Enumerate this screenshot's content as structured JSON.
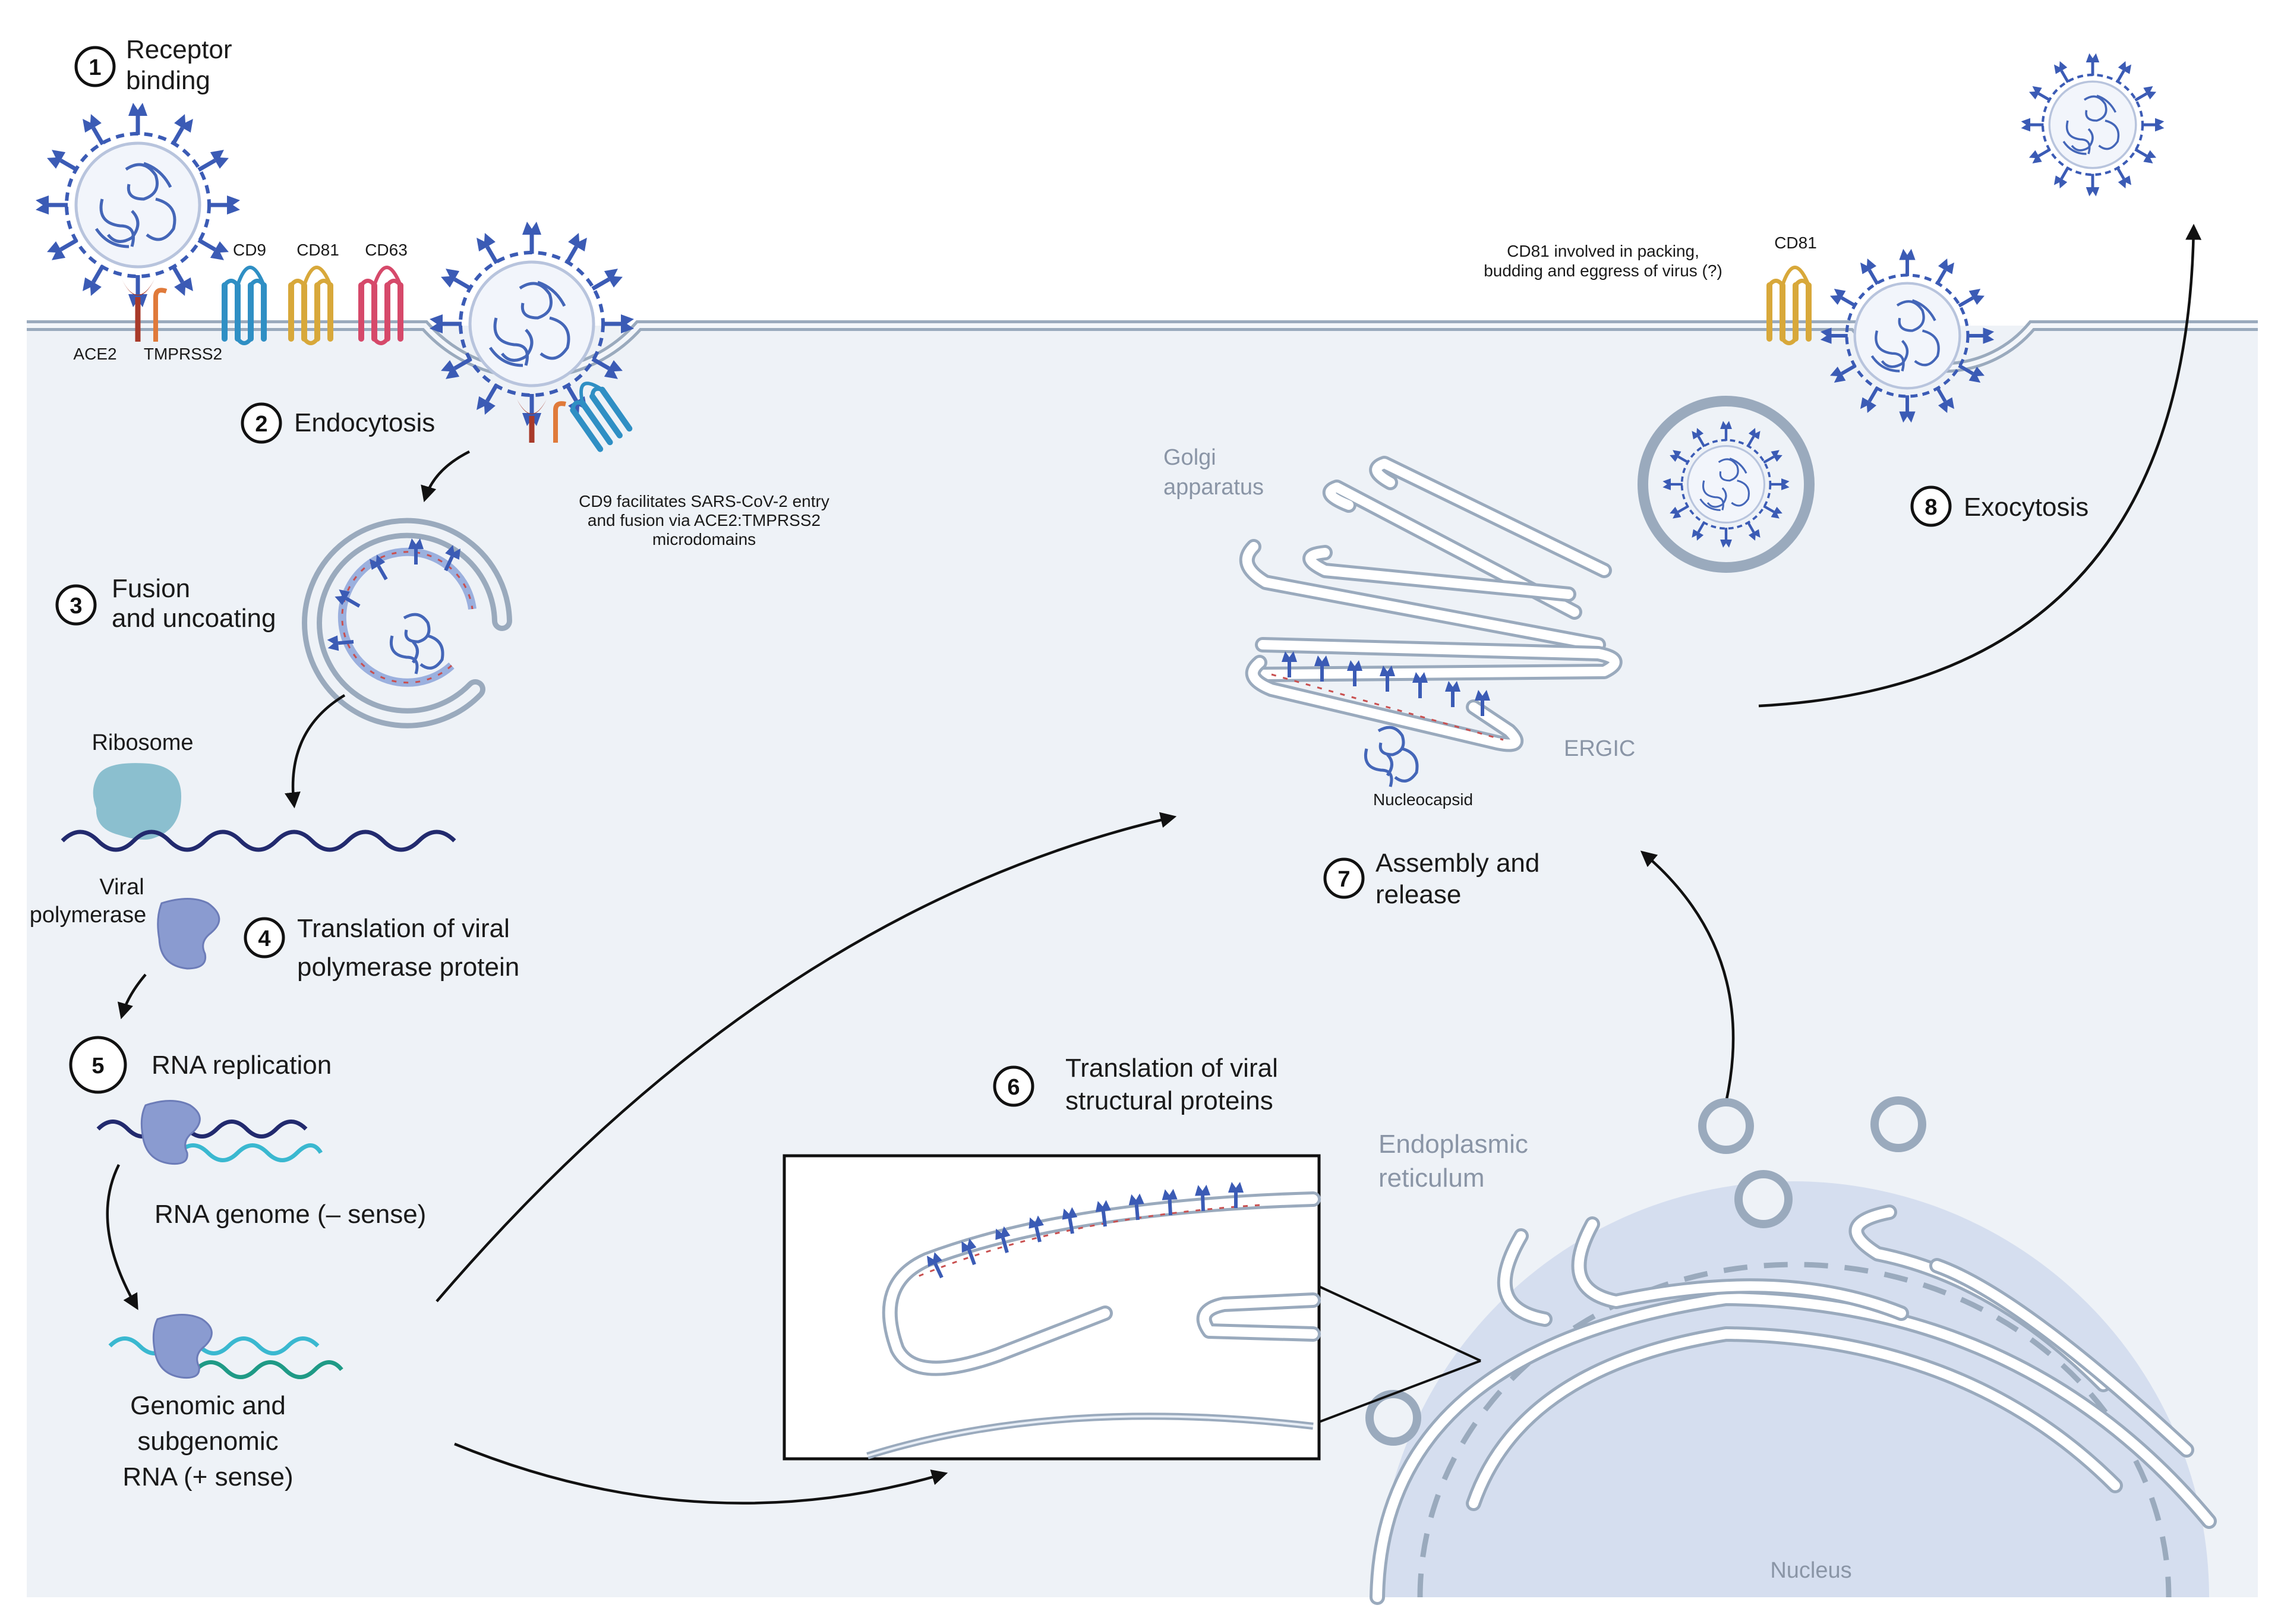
{
  "steps": {
    "s1": {
      "num": "1",
      "line1": "Receptor",
      "line2": "binding"
    },
    "s2": {
      "num": "2",
      "label": "Endocytosis"
    },
    "s3": {
      "num": "3",
      "line1": "Fusion",
      "line2": "and uncoating"
    },
    "s4": {
      "num": "4",
      "line1": "Translation of viral",
      "line2": "polymerase protein"
    },
    "s5": {
      "num": "5",
      "label": "RNA replication"
    },
    "s6": {
      "num": "6",
      "line1": "Translation of viral",
      "line2": "structural proteins"
    },
    "s7": {
      "num": "7",
      "line1": "Assembly and",
      "line2": "release"
    },
    "s8": {
      "num": "8",
      "label": "Exocytosis"
    }
  },
  "receptors": {
    "ace2": "ACE2",
    "tmprss2": "TMPRSS2",
    "cd9": "CD9",
    "cd81": "CD81",
    "cd63": "CD63",
    "cd81_right": "CD81"
  },
  "notes": {
    "cd9_line1": "CD9 facilitates SARS-CoV-2 entry",
    "cd9_line2": "and fusion via ACE2:TMPRSS2",
    "cd9_line3": "microdomains",
    "cd81_line1": "CD81 involved in packing,",
    "cd81_line2": "budding and eggress of virus (?)"
  },
  "labels": {
    "ribosome": "Ribosome",
    "viral_polymerase_1": "Viral",
    "viral_polymerase_2": "polymerase",
    "rna_genome": "RNA genome (– sense)",
    "genomic_1": "Genomic and",
    "genomic_2": "subgenomic",
    "genomic_3": "RNA (+ sense)",
    "golgi_1": "Golgi",
    "golgi_2": "apparatus",
    "ergic": "ERGIC",
    "nucleocapsid": "Nucleocapsid",
    "er_1": "Endoplasmic",
    "er_2": "reticulum",
    "nucleus": "Nucleus"
  },
  "colors": {
    "cytoplasm": "#eef2f7",
    "membrane": "#9aaabd",
    "virus_spike": "#3b5bb5",
    "virus_rna": "#4466b8",
    "ace2": "#a83a2a",
    "tmprss2": "#e07a3a",
    "cd9": "#2f8fc4",
    "cd81": "#d8a83a",
    "cd63": "#d6496a",
    "ribosome": "#8bbfcf",
    "polymerase": "#8a9bd0",
    "rna_dark": "#222a6e",
    "rna_cyan": "#3ab8d0",
    "rna_teal": "#1f9a86",
    "nucleus": "#d5deef"
  }
}
